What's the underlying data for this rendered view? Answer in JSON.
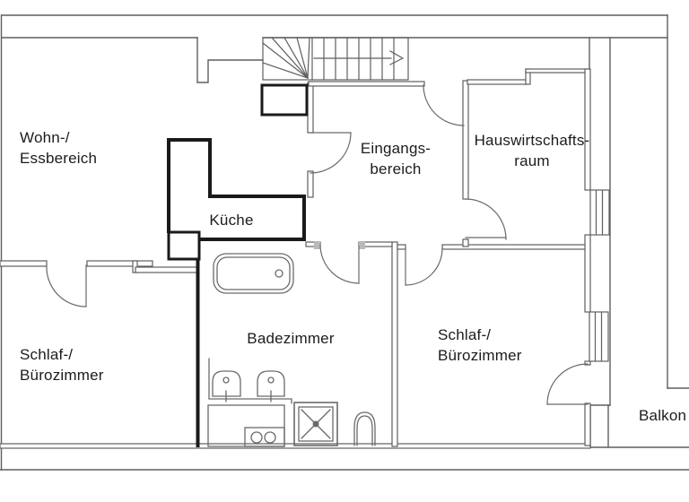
{
  "rooms": {
    "living": {
      "label": "Wohn-/\nEssbereich"
    },
    "kitchen": {
      "label": "Küche"
    },
    "entrance": {
      "label": "Eingangs-\nbereich"
    },
    "utility": {
      "label": "Hauswirtschafts-\nraum"
    },
    "bedroom_left": {
      "label": "Schlaf-/\nBürozimmer"
    },
    "bathroom": {
      "label": "Badezimmer"
    },
    "bedroom_right": {
      "label": "Schlaf-/\nBürozimmer"
    },
    "balcony": {
      "label": "Balkon"
    }
  },
  "fixtures": [
    "staircase",
    "bathtub",
    "washbasin",
    "washbasin",
    "washing-machine-cabinet",
    "shower",
    "toilet",
    "window",
    "window",
    "door"
  ],
  "colors": {
    "background": "#ffffff",
    "thin_wall": "#5f5f5f",
    "thick_wall": "#1a1a1a",
    "fixture": "#6a6a6a",
    "text": "#1c1c1c"
  }
}
